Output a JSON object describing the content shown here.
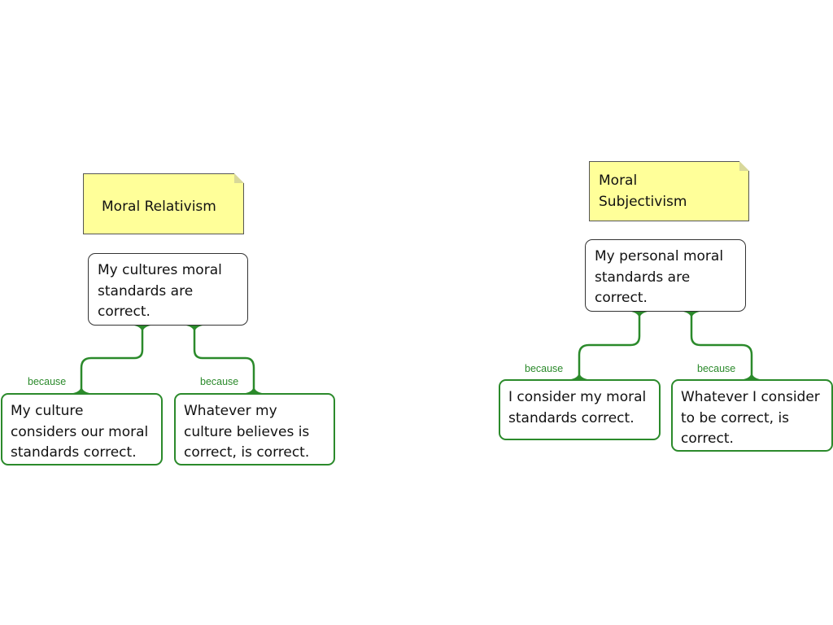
{
  "diagrams": [
    {
      "note_title": "Moral Relativism",
      "root_text": "My cultures moral standards are correct.",
      "children": [
        {
          "link_label": "because",
          "text": "My culture considers our moral standards correct."
        },
        {
          "link_label": "because",
          "text": "Whatever my culture believes is correct, is correct."
        }
      ]
    },
    {
      "note_title": "Moral Subjectivism",
      "root_text": "My personal moral standards are correct.",
      "children": [
        {
          "link_label": "because",
          "text": "I consider my moral standards correct."
        },
        {
          "link_label": "because",
          "text": "Whatever I consider to be correct, is correct."
        }
      ]
    }
  ],
  "colors": {
    "note_fill": "#ffff99",
    "link_green": "#2b8a2b"
  }
}
